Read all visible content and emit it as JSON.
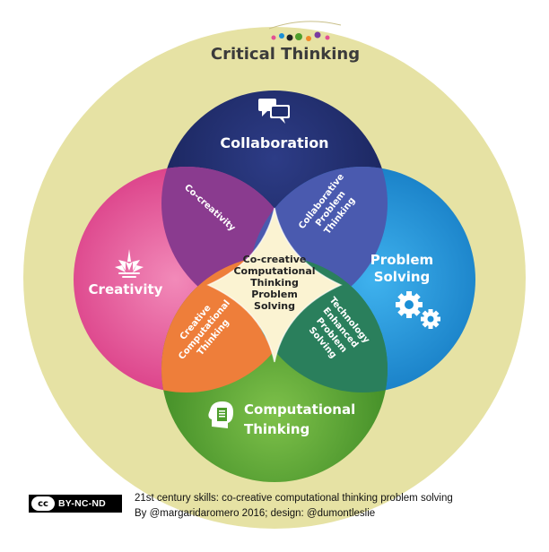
{
  "title": "Critical Thinking",
  "circles": {
    "collaboration": "Collaboration",
    "creativity": "Creativity",
    "problem_solving": [
      "Problem",
      "Solving"
    ],
    "computational_thinking": [
      "Computational",
      "Thinking"
    ]
  },
  "overlaps": {
    "co_creativity": "Co-creativity",
    "collaborative_problem_thinking": [
      "Collaborative",
      "Problem",
      "Thinking"
    ],
    "creative_computational_thinking": [
      "Creative",
      "Computational",
      "Thinking"
    ],
    "technology_enhanced_problem_solving": [
      "Technology",
      "Enhanced",
      "Problem",
      "Solving"
    ]
  },
  "center": [
    "Co-creative",
    "Computational",
    "Thinking",
    "Problem",
    "Solving"
  ],
  "license": {
    "cc": "cc",
    "label": "BY-NC-ND"
  },
  "footer": {
    "line1": "21st century skills: co-creative computational thinking problem solving",
    "line2": "By @margaridaromero 2016; design: @dumontleslie"
  },
  "colors": {
    "outer": "#e6e2a4",
    "collaboration": "#1f2d6e",
    "creativity": "#e2448f",
    "problem_solving": "#1a8fd6",
    "computational_thinking": "#4e9e2c",
    "star": "#fbf3d2"
  },
  "icons": [
    "chat-bubbles-icon",
    "lotus-icon",
    "gears-icon",
    "head-document-icon"
  ]
}
